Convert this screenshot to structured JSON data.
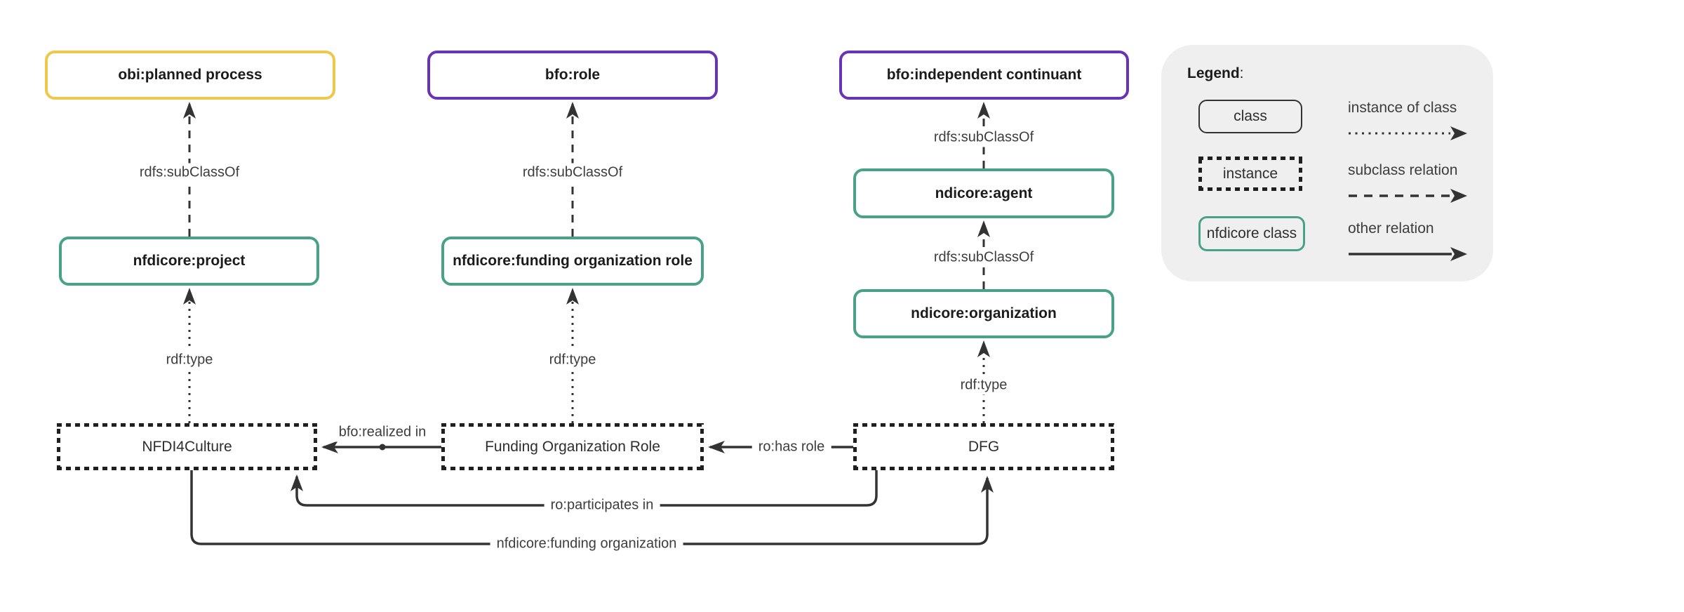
{
  "nodes": {
    "obi_planned_process": "obi:planned process",
    "bfo_role": "bfo:role",
    "bfo_independent_continuant": "bfo:independent continuant",
    "nfdicore_project": "nfdicore:project",
    "nfdicore_funding_organization_role": "nfdicore:funding organization role",
    "ndicore_agent": "ndicore:agent",
    "ndicore_organization": "ndicore:organization",
    "nfdi4culture": "NFDI4Culture",
    "funding_organization_role": "Funding Organization Role",
    "dfg": "DFG"
  },
  "edges": {
    "subclass_of_1": "rdfs:subClassOf",
    "subclass_of_2": "rdfs:subClassOf",
    "subclass_of_3": "rdfs:subClassOf",
    "subclass_of_4": "rdfs:subClassOf",
    "rdf_type_1": "rdf:type",
    "rdf_type_2": "rdf:type",
    "rdf_type_3": "rdf:type",
    "bfo_realized_in": "bfo:realized in",
    "ro_has_role": "ro:has role",
    "ro_participates_in": "ro:participates in",
    "nfdicore_funding_organization": "nfdicore:funding organization"
  },
  "legend": {
    "title": "Legend",
    "colon": ":",
    "items": {
      "class_box": "class",
      "instance_box": "instance",
      "nfdicore_box": "nfdicore class",
      "instance_of_class": "instance of class",
      "subclass_relation": "subclass relation",
      "other_relation": "other relation"
    }
  },
  "colors": {
    "class_border_yellow": "#EDC84B",
    "class_border_purple": "#6933B8",
    "nfdicore_class_border_green": "#49A287",
    "instance_border": "#1F1F1F",
    "relation_line": "#333333",
    "label_text": "#3D3D3D",
    "legend_background": "#EFEFEF",
    "canvas_background": "#FFFFFF"
  }
}
